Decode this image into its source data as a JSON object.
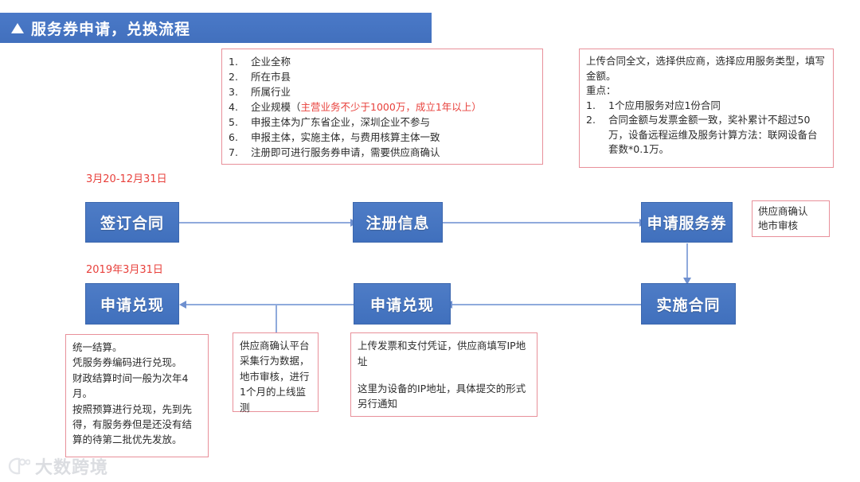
{
  "header": {
    "marker_icon": "triangle-up-icon",
    "title": "服务券申请，兑换流程",
    "bar_color": "#4472C4"
  },
  "notes": {
    "registration_requirements": {
      "items": [
        {
          "num": "1.",
          "text": "企业全称",
          "emphasis": ""
        },
        {
          "num": "2.",
          "text": "所在市县",
          "emphasis": ""
        },
        {
          "num": "3.",
          "text": "所属行业",
          "emphasis": ""
        },
        {
          "num": "4.",
          "text": "企业规模（",
          "emphasis": "主营业务不少于1000万，成立1年以上）"
        },
        {
          "num": "5.",
          "text": "申报主体为广东省企业，深圳企业不参与",
          "emphasis": ""
        },
        {
          "num": "6.",
          "text": "申报主体，实施主体，与费用核算主体一致",
          "emphasis": ""
        },
        {
          "num": "7.",
          "text": "注册即可进行服务券申请，需要供应商确认",
          "emphasis": ""
        }
      ]
    },
    "contract_upload": {
      "lead": "上传合同全文，选择供应商，选择应用服务类型，填写金额。",
      "subtitle": "重点：",
      "items": [
        {
          "num": "1.",
          "text": "1个应用服务对应1份合同"
        },
        {
          "num": "2.",
          "text": "合同金额与发票金额一致，奖补累计不超过50万，设备远程运维及服务计算方法：联网设备台套数*0.1万。"
        }
      ]
    },
    "supplier_confirm": {
      "lines": [
        "供应商确认",
        "地市审核"
      ]
    },
    "settlement": {
      "lines": [
        "统一结算。",
        "凭服务券编码进行兑现。",
        "财政结算时间一般为次年4月。",
        "按照预算进行兑现，先到先得，有服务券但是还没有结算的待第二批优先发放。"
      ]
    },
    "platform_monitor": {
      "text": "供应商确认平台采集行为数据，地市审核，进行1个月的上线监测"
    },
    "invoice_ip": {
      "para1": "上传发票和支付凭证，供应商填写IP地址",
      "para2": "这里为设备的IP地址，具体提交的形式另行通知"
    }
  },
  "flow": {
    "date_labels": [
      {
        "key": "sign_contract_date",
        "text": "3月20-12月31日"
      },
      {
        "key": "redeem_date",
        "text": "2019年3月31日"
      }
    ],
    "nodes": [
      {
        "key": "sign_contract",
        "label": "签订合同"
      },
      {
        "key": "register_info",
        "label": "注册信息"
      },
      {
        "key": "apply_voucher",
        "label": "申请服务券"
      },
      {
        "key": "apply_redeem_left",
        "label": "申请兑现"
      },
      {
        "key": "apply_redeem_mid",
        "label": "申请兑现"
      },
      {
        "key": "implement_contract",
        "label": "实施合同"
      }
    ],
    "node_color": "#4472C4",
    "connector_color": "#8FAADC"
  },
  "watermark": {
    "text": "大数跨境",
    "logo_icon": "panda-logo-icon"
  }
}
